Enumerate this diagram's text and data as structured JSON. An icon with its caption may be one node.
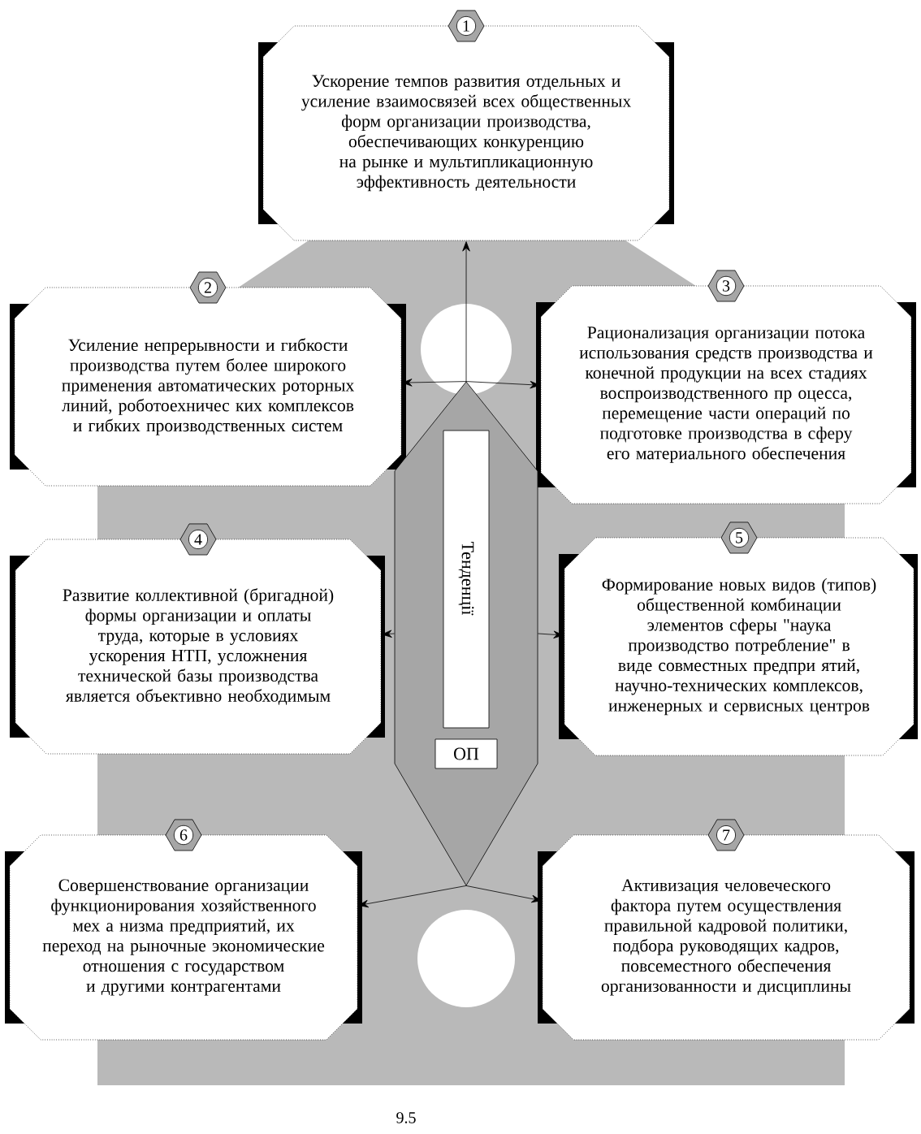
{
  "diagram": {
    "caption": "9.5",
    "nodes": [
      {
        "text": [
          "1",
          "Ускорение темпов развития отдельных и усиление взаимосвязей всех общественных форм организации производства, обеспечивающих конкуренцию на рынке и мультипликационную эффективность деятельности"
        ]
      },
      {
        "text": [
          "2",
          "Усиление непрерывности и гибкости производства путем более широкого применения автоматических роторных линий, роботоехничес ких комплексов и гибких производственных систем"
        ]
      },
      {
        "text": [
          "3",
          "Рационализация организации потока использования средств производства и конечной продукции на всех стадиях воспроизводственного пр оцесса, перемещение части операций по подготовке производства в сферу его материального обеспечения"
        ]
      },
      {
        "text": [
          "4",
          "Развитие коллективной (бригадной) формы организации и оплаты труда, которые в условиях ускорения НТП, усложнения технической базы производства является объективно необходимым"
        ]
      },
      {
        "text": [
          "5",
          "Формирование новых видов (типов) общественной комбинации элементов сферы \"наука производство потребление\" в виде совместных предпри ятий, научно-технических комплексов, инженерных и сервисных центров"
        ]
      },
      {
        "text": [
          "6",
          "Совершенствование организации функционирования хозяйственного мех а низма предприятий, их переход на рыночные экономические отношения с государством и другими контрагентами"
        ]
      },
      {
        "text": [
          "7",
          "Активизация человеческого фактора путем осуществления правильной кадровой политики, подбора руководящих кадров, повсеместного обеспечения организованности и дисциплины"
        ]
      },
      {
        "text": [
          "Тенденції"
        ]
      },
      {
        "text": [
          "ОП"
        ],
        "in": 7
      }
    ],
    "edges": [
      {
        "from": 7,
        "to": 0,
        "arrow": "to"
      },
      {
        "from": 7,
        "to": 1,
        "arrow": "to"
      },
      {
        "from": 7,
        "to": 2,
        "arrow": "to"
      },
      {
        "from": 7,
        "to": 3,
        "arrow": "to"
      },
      {
        "from": 7,
        "to": 4,
        "arrow": "to"
      },
      {
        "from": 7,
        "to": 5,
        "arrow": "to"
      },
      {
        "from": 7,
        "to": 6,
        "arrow": "to"
      }
    ]
  }
}
